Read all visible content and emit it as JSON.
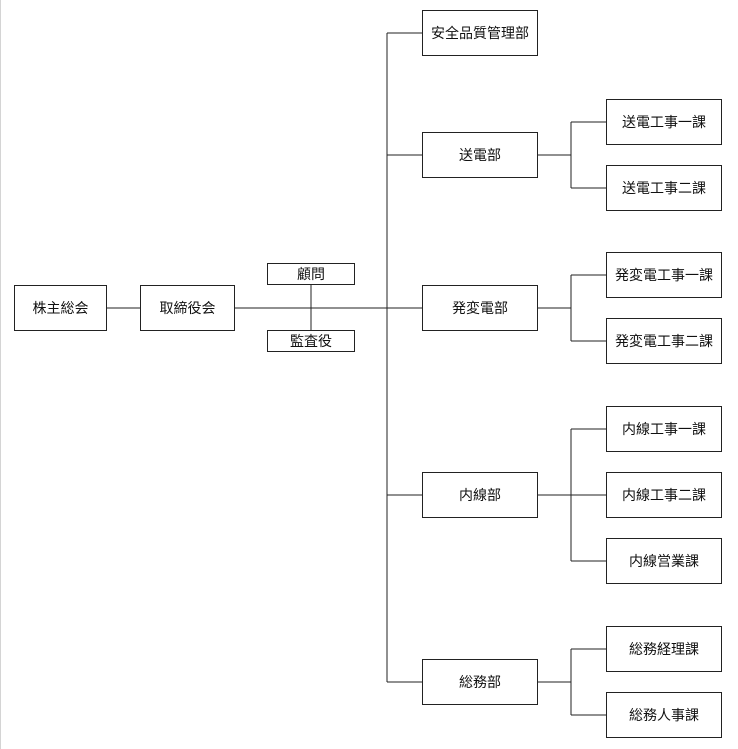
{
  "org_chart": {
    "shareholders_meeting": "株主総会",
    "board": "取締役会",
    "advisor": "顧問",
    "auditor": "監査役",
    "departments": {
      "safety_quality": "安全品質管理部",
      "transmission": "送電部",
      "substation": "発変電部",
      "inside_wiring": "内線部",
      "general_affairs": "総務部"
    },
    "sections": {
      "transmission_1": "送電工事一課",
      "transmission_2": "送電工事二課",
      "substation_1": "発変電工事一課",
      "substation_2": "発変電工事二課",
      "inside_wiring_1": "内線工事一課",
      "inside_wiring_2": "内線工事二課",
      "inside_wiring_sales": "内線営業課",
      "general_accounting": "総務経理課",
      "general_hr": "総務人事課"
    }
  }
}
